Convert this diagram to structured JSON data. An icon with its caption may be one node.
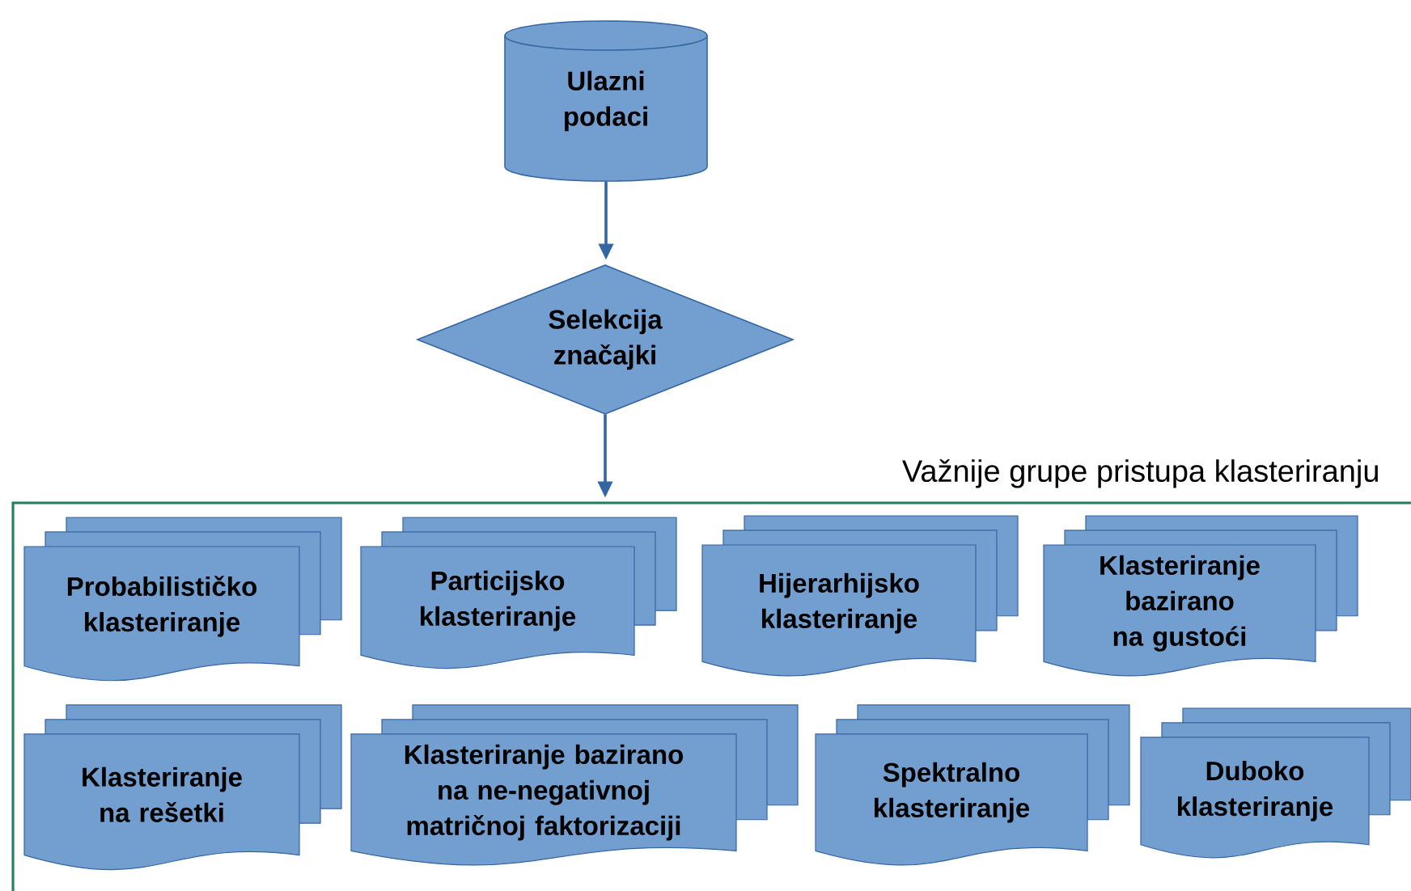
{
  "diagram": {
    "nodes": [
      {
        "text": [
          "Ulazni podaci"
        ]
      },
      {
        "text": [
          "Selekcija značajki"
        ]
      },
      {
        "text": [
          "Važnije grupe pristupa klasteriranju"
        ]
      },
      {
        "text": [
          "Probabilističko klasteriranje"
        ],
        "in": 2
      },
      {
        "text": [
          "Particijsko klasteriranje"
        ],
        "in": 2
      },
      {
        "text": [
          "Hijerarhijsko klasteriranje"
        ],
        "in": 2
      },
      {
        "text": [
          "Klasteriranje bazirano na gustoći"
        ],
        "in": 2
      },
      {
        "text": [
          "Klasteriranje na rešetki"
        ],
        "in": 2
      },
      {
        "text": [
          "Klasteriranje bazirano na ne-negativnoj matričnoj faktorizaciji"
        ],
        "in": 2
      },
      {
        "text": [
          "Spektralno klasteriranje"
        ],
        "in": 2
      },
      {
        "text": [
          "Duboko klasteriranje"
        ],
        "in": 2
      }
    ],
    "edges": [
      {
        "from": 0,
        "to": 1,
        "arrow": "to"
      },
      {
        "from": 1,
        "to": 2,
        "arrow": "to"
      }
    ]
  }
}
